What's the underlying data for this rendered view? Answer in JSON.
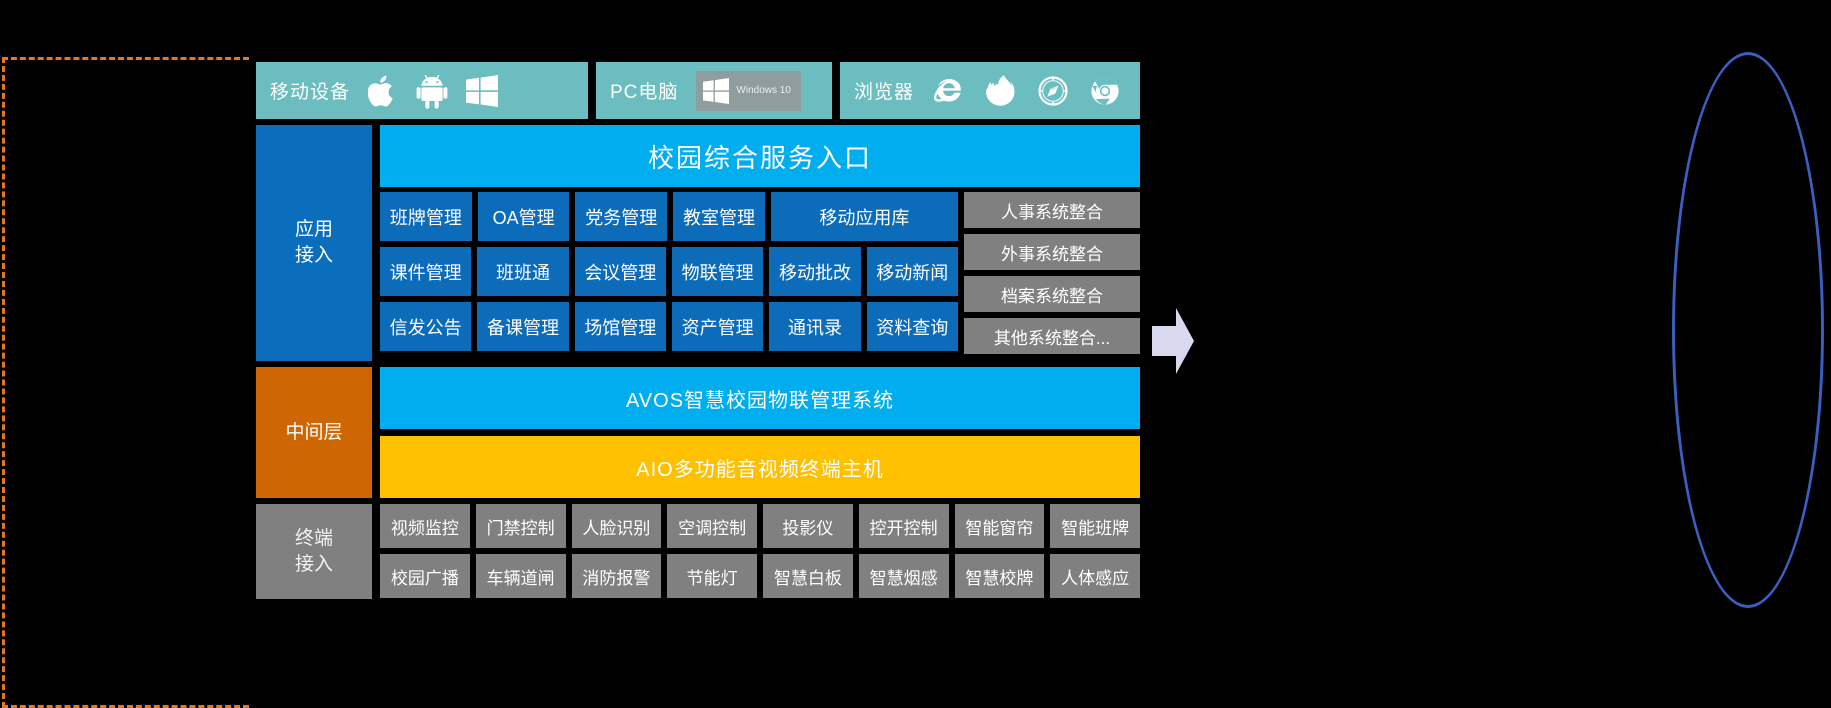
{
  "clients": [
    {
      "label": "移动设备",
      "icons": [
        "apple-icon",
        "android-icon",
        "windows-icon"
      ]
    },
    {
      "label": "PC电脑",
      "badge": {
        "icon": "windows-icon",
        "text": "Windows 10"
      }
    },
    {
      "label": "浏览器",
      "icons": [
        "internet-explorer-icon",
        "firefox-icon",
        "safari-icon",
        "chrome-icon"
      ]
    }
  ],
  "layers": {
    "application": {
      "label": "应用\n接入",
      "label_line1": "应用",
      "label_line2": "接入",
      "portal": "校园综合服务入口",
      "apps": [
        [
          "班牌管理",
          "OA管理",
          "党务管理",
          "教室管理",
          "移动应用库"
        ],
        [
          "课件管理",
          "班班通",
          "会议管理",
          "物联管理",
          "移动批改",
          "移动新闻"
        ],
        [
          "信发公告",
          "备课管理",
          "场馆管理",
          "资产管理",
          "通讯录",
          "资料查询"
        ]
      ],
      "integrations": [
        "人事系统整合",
        "外事系统整合",
        "档案系统整合",
        "其他系统整合..."
      ]
    },
    "middleware": {
      "label_line1": "中间层",
      "bars": [
        "AVOS智慧校园物联管理系统",
        "AIO多功能音视频终端主机"
      ]
    },
    "terminal": {
      "label_line1": "终端",
      "label_line2": "接入",
      "devices": [
        [
          "视频监控",
          "门禁控制",
          "人脸识别",
          "空调控制",
          "投影仪",
          "控开控制",
          "智能窗帘",
          "智能班牌"
        ],
        [
          "校园广播",
          "车辆道闸",
          "消防报警",
          "节能灯",
          "智慧白板",
          "智慧烟感",
          "智慧校牌",
          "人体感应"
        ]
      ]
    }
  },
  "decorations": {
    "arrow": "right-arrow-icon",
    "ellipse": "ellipse-outline",
    "dashed_frame": "dashed-selection-frame"
  },
  "colors": {
    "client_bar": "#6cbdc0",
    "app_label": "#0a6ebd",
    "app_cell": "#0c6cb9",
    "portal": "#00aeef",
    "middleware_label": "#ce6603",
    "aio_bar": "#ffc000",
    "terminal": "#808080",
    "dashed": "#e8761a",
    "ellipse": "#3b5fc0",
    "arrow": "#d8d8ef"
  }
}
